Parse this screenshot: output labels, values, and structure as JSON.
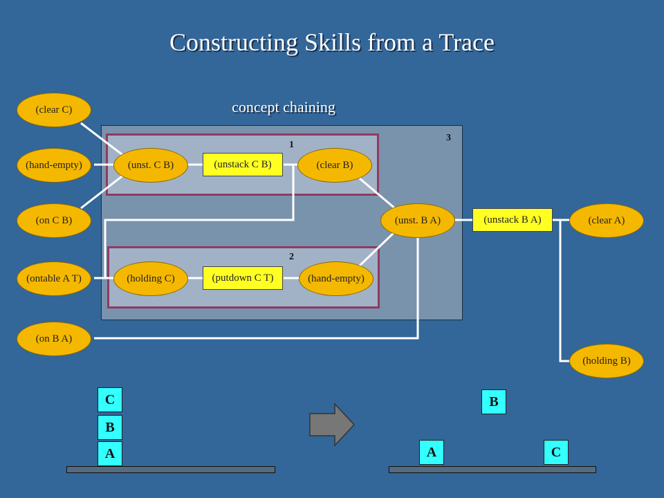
{
  "title": "Constructing Skills from a Trace",
  "subtitle": "concept chaining",
  "group_labels": {
    "group1": "1",
    "group2": "2",
    "group3": "3"
  },
  "nodes": {
    "clear_c": "(clear C)",
    "hand_empty_left": "(hand-empty)",
    "on_c_b": "(on C B)",
    "ontable_a_t": "(ontable A T)",
    "on_b_a": "(on B A)",
    "unst_c_b": "(unst. C B)",
    "unstack_c_b": "(unstack C B)",
    "clear_b": "(clear B)",
    "holding_c": "(holding C)",
    "putdown_c_t": "(putdown C T)",
    "hand_empty_right": "(hand-empty)",
    "unst_b_a": "(unst. B A)",
    "unstack_b_a": "(unstack B A)",
    "clear_a": "(clear A)",
    "holding_b": "(holding B)"
  },
  "blocks": {
    "before": [
      "C",
      "B",
      "A"
    ],
    "after_top": "B",
    "after_left": "A",
    "after_right": "C"
  },
  "colors": {
    "background": "#336699",
    "condition_fill": "#f5b800",
    "action_fill": "#ffff22",
    "block_fill": "#33ffff",
    "group_border": "#8e3b62"
  }
}
